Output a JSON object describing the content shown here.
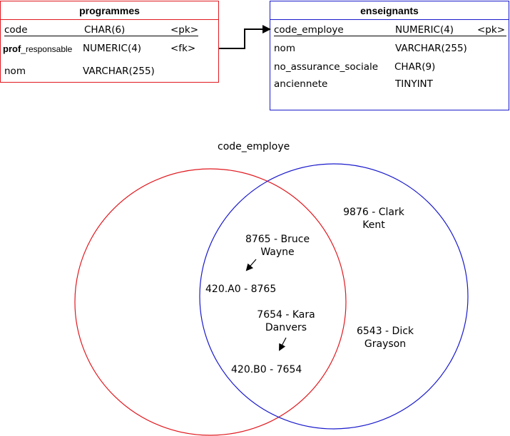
{
  "programmes": {
    "title": "programmes",
    "rows": [
      {
        "name": "code",
        "type": "CHAR(6)",
        "key": "<pk>"
      },
      {
        "name_main": "prof",
        "name_sub": "_responsable",
        "type": "NUMERIC(4)",
        "key": "<fk>"
      },
      {
        "name": "nom",
        "type": "VARCHAR(255)",
        "key": ""
      }
    ]
  },
  "enseignants": {
    "title": "enseignants",
    "rows": [
      {
        "name": "code_employe",
        "type": "NUMERIC(4)",
        "key": "<pk>"
      },
      {
        "name": "nom",
        "type": "VARCHAR(255)",
        "key": ""
      },
      {
        "name": "no_assurance_sociale",
        "type": "CHAR(9)",
        "key": ""
      },
      {
        "name": "anciennete",
        "type": "TINYINT",
        "key": ""
      }
    ]
  },
  "venn": {
    "label": "code_employe",
    "colors": {
      "programmes": "#e0181e",
      "enseignants": "#1a1acc"
    },
    "items": {
      "bruce": {
        "line1": "8765 - Bruce",
        "line2": "Wayne"
      },
      "p420a0": "420.A0 - 8765",
      "kara": {
        "line1": "7654 - Kara",
        "line2": "Danvers"
      },
      "p420b0": "420.B0 - 7654",
      "clark": {
        "line1": "9876 - Clark",
        "line2": "Kent"
      },
      "dick": {
        "line1": "6543 - Dick",
        "line2": "Grayson"
      }
    }
  }
}
